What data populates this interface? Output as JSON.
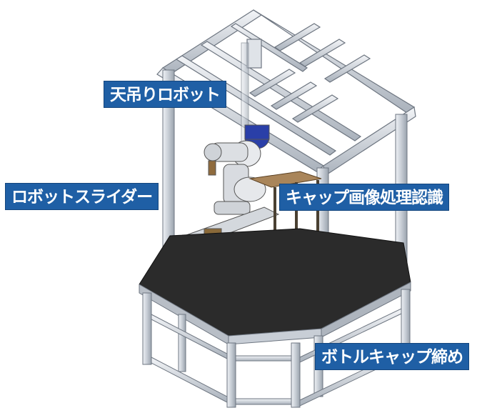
{
  "labels": {
    "ceiling_robot": "天吊りロボット",
    "robot_slider": "ロボットスライダー",
    "cap_image_recognition": "キャップ画像処理認識",
    "bottle_cap_tightening": "ボトルキャップ締め"
  },
  "colors": {
    "label_bg": "#1f5fa5",
    "label_text": "#ffffff",
    "frame": "#c8ced6",
    "table_top": "#2b2b2b",
    "robot_motor": "#2a3fa8"
  }
}
